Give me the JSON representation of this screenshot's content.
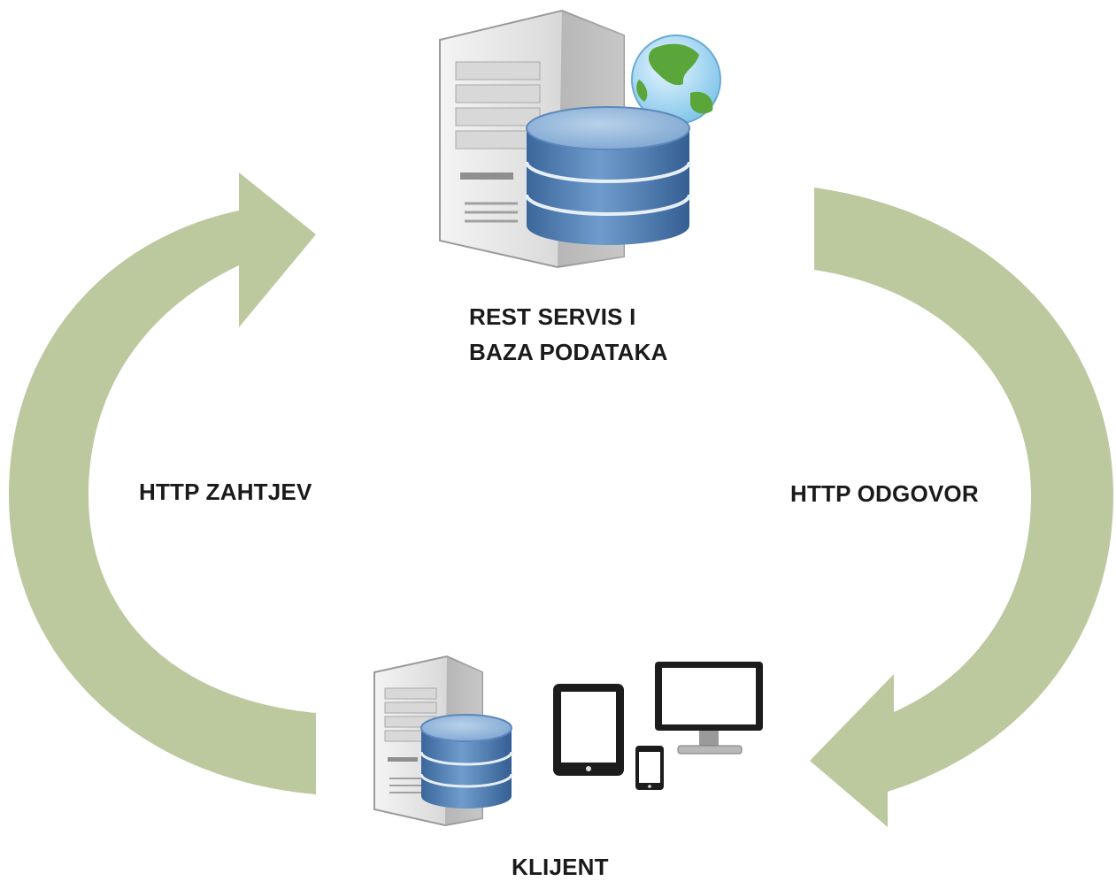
{
  "colors": {
    "arrow": "#bcc99f",
    "db_top": "#8fb3d6",
    "db_side": "#4a77ab",
    "tower": "#e7e7e7",
    "device": "#1c1c1c"
  },
  "nodes": {
    "server": {
      "label_line1": "REST SERVIS I",
      "label_line2": "BAZA PODATAKA",
      "icons": [
        "server-tower-icon",
        "database-icon",
        "globe-icon"
      ]
    },
    "client": {
      "label": "KLIJENT",
      "icons": [
        "server-tower-icon",
        "database-icon",
        "tablet-icon",
        "monitor-icon",
        "phone-icon"
      ]
    }
  },
  "edges": {
    "request": {
      "label": "HTTP ZAHTJEV"
    },
    "response": {
      "label": "HTTP ODGOVOR"
    }
  }
}
